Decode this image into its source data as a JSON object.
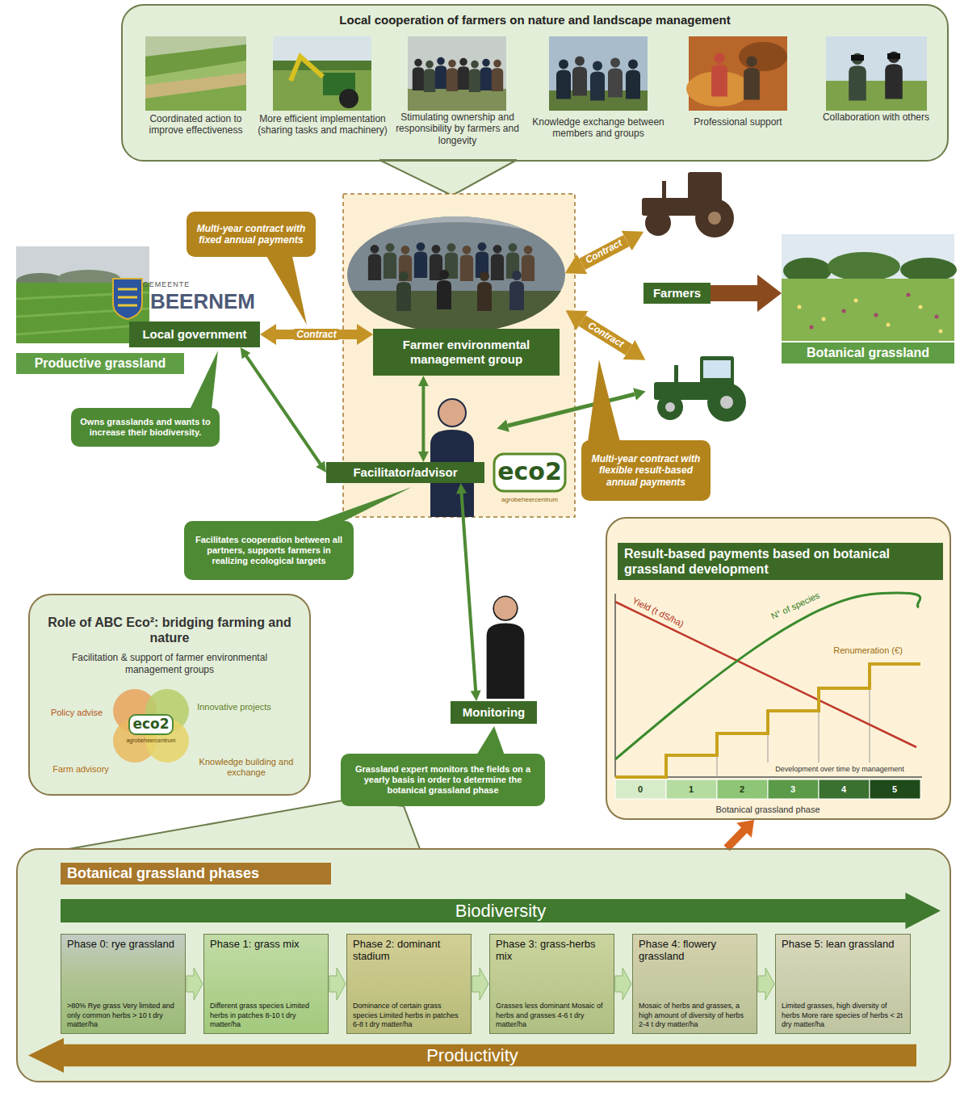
{
  "diagram": {
    "nodes": [
      {
        "text": [
          "Local cooperation of farmers on nature and landscape management"
        ]
      },
      {
        "text": [
          "Coordinated action to improve effectiveness"
        ],
        "in": 0
      },
      {
        "text": [
          "More efficient implementation (sharing tasks and machinery)"
        ],
        "in": 0
      },
      {
        "text": [
          "Stimulating ownership and responsibility by farmers and longevity"
        ],
        "in": 0
      },
      {
        "text": [
          "Knowledge exchange between members and groups"
        ],
        "in": 0
      },
      {
        "text": [
          "Professional support"
        ],
        "in": 0
      },
      {
        "text": [
          "Collaboration with others"
        ],
        "in": 0
      },
      {
        "text": [
          "Multi-year contract with fixed annual payments"
        ]
      },
      {
        "text": [
          "Productive grassland"
        ]
      },
      {
        "text": [
          "Local government"
        ]
      },
      {
        "text": [
          "Owns grasslands and wants to increase their biodiversity."
        ]
      },
      {
        "text": [
          "Farmer environmental management group"
        ]
      },
      {
        "text": [
          "Farmers"
        ]
      },
      {
        "text": [
          "Botanical grassland"
        ]
      },
      {
        "text": [
          "Multi-year contract with flexible result-based annual payments"
        ]
      },
      {
        "text": [
          "Facilitator/advisor"
        ]
      },
      {
        "text": [
          "Facilitates cooperation between all partners, supports farmers in realizing ecological targets"
        ]
      },
      {
        "text": [
          "Role of ABC Eco²: bridging farming and nature",
          "Facilitation & support of farmer environmental management groups"
        ]
      },
      {
        "text": [
          "Monitoring"
        ]
      },
      {
        "text": [
          "Grassland expert monitors the fields on a yearly basis in order to determine the botanical grassland phase"
        ]
      },
      {
        "text": [
          "Result-based payments based on botanical grassland development"
        ]
      },
      {
        "text": [
          "Botanical grassland phases"
        ]
      },
      {
        "text": [
          "Biodiversity"
        ],
        "in": 21
      },
      {
        "text": [
          "Phase 0: rye grassland",
          ">80% Rye grass Very limited and only common herbs > 10 t dry matter/ha"
        ],
        "in": 21
      },
      {
        "text": [
          "Phase 1: grass mix",
          "Different grass species Limited herbs in patches 8-10 t dry matter/ha"
        ],
        "in": 21
      },
      {
        "text": [
          "Phase 2: dominant stadium",
          "Dominance of certain grass species Limited herbs in patches 6-8 t dry matter/ha"
        ],
        "in": 21
      },
      {
        "text": [
          "Phase 3: grass-herbs mix",
          "Grasses less dominant Mosaic of herbs and grasses 4-6 t dry matter/ha"
        ],
        "in": 21
      },
      {
        "text": [
          "Phase 4: flowery grassland",
          "Mosaic of herbs and grasses, a high amount of diversity of herbs 2-4 t dry matter/ha"
        ],
        "in": 21
      },
      {
        "text": [
          "Phase 5: lean grassland",
          "Limited grasses, high diversity of herbs More rare species of herbs < 2t dry matter/ha"
        ],
        "in": 21
      },
      {
        "text": [
          "Productivity"
        ],
        "in": 21
      }
    ],
    "edges": [
      {
        "from": 9,
        "to": 11,
        "label": "Contract",
        "arrow": "both"
      },
      {
        "from": 9,
        "to": 15,
        "arrow": "both"
      },
      {
        "from": 11,
        "to": 15,
        "arrow": "both"
      },
      {
        "from": 15,
        "to": 18,
        "arrow": "both"
      },
      {
        "from": 12,
        "to": 13,
        "arrow": "to"
      },
      {
        "from": 21,
        "to": 20,
        "arrow": "to"
      }
    ],
    "labels": [
      "GEMEENTE",
      "BEERNEM",
      "Contract",
      "Contract",
      "eco2",
      "agrobeheercentrum",
      "Policy advise",
      "Innovative projects",
      "Farm advisory",
      "Knowledge building and exchange",
      "eco2",
      "agrobeheercentrum",
      "Yield (t dS/ha)",
      "N° of species",
      "Renumeration (€)",
      "Development over time by management",
      "0",
      "1",
      "2",
      "3",
      "4",
      "5",
      "Botanical grassland phase"
    ]
  }
}
